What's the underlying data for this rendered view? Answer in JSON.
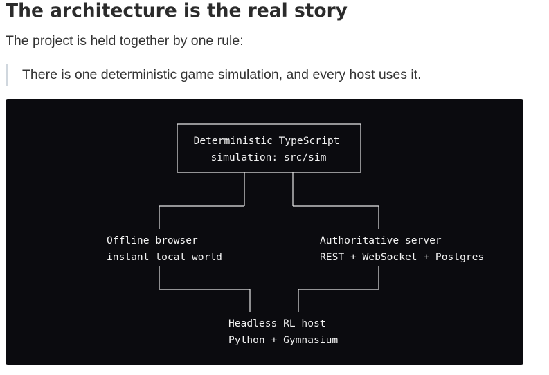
{
  "heading": "The architecture is the real story",
  "intro": "The project is held together by one rule:",
  "blockquote": "There is one deterministic game simulation, and every host uses it.",
  "diagram": {
    "sim_line1": "Deterministic TypeScript",
    "sim_line2": "simulation: src/sim",
    "offline_line1": "Offline browser",
    "offline_line2": "instant local world",
    "server_line1": "Authoritative server",
    "server_line2": "REST + WebSocket + Postgres",
    "rl_line1": "Headless RL host",
    "rl_line2": "Python + Gymnasium"
  }
}
